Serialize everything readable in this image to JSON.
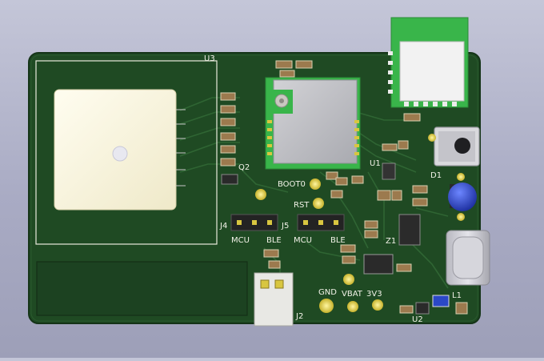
{
  "silkscreen": {
    "u3": "U3",
    "q2": "Q2",
    "boot0": "BOOT0",
    "rst": "RST",
    "u1": "U1",
    "d1": "D1",
    "j4": "J4",
    "j5": "J5",
    "mcu_left": "MCU",
    "ble_left": "BLE",
    "mcu_right": "MCU",
    "ble_right": "BLE",
    "z1": "Z1",
    "gnd": "GND",
    "vbat": "VBAT",
    "v3v3": "3V3",
    "j2": "J2",
    "u2": "U2",
    "l1": "L1"
  },
  "colors": {
    "pcb": "#1f4a23",
    "pcb_edge": "#17391b",
    "trace": "#2c6030",
    "silk": "#f2f2e8",
    "pad_gold": "#d8c640",
    "led_blue": "#2b46c8"
  }
}
